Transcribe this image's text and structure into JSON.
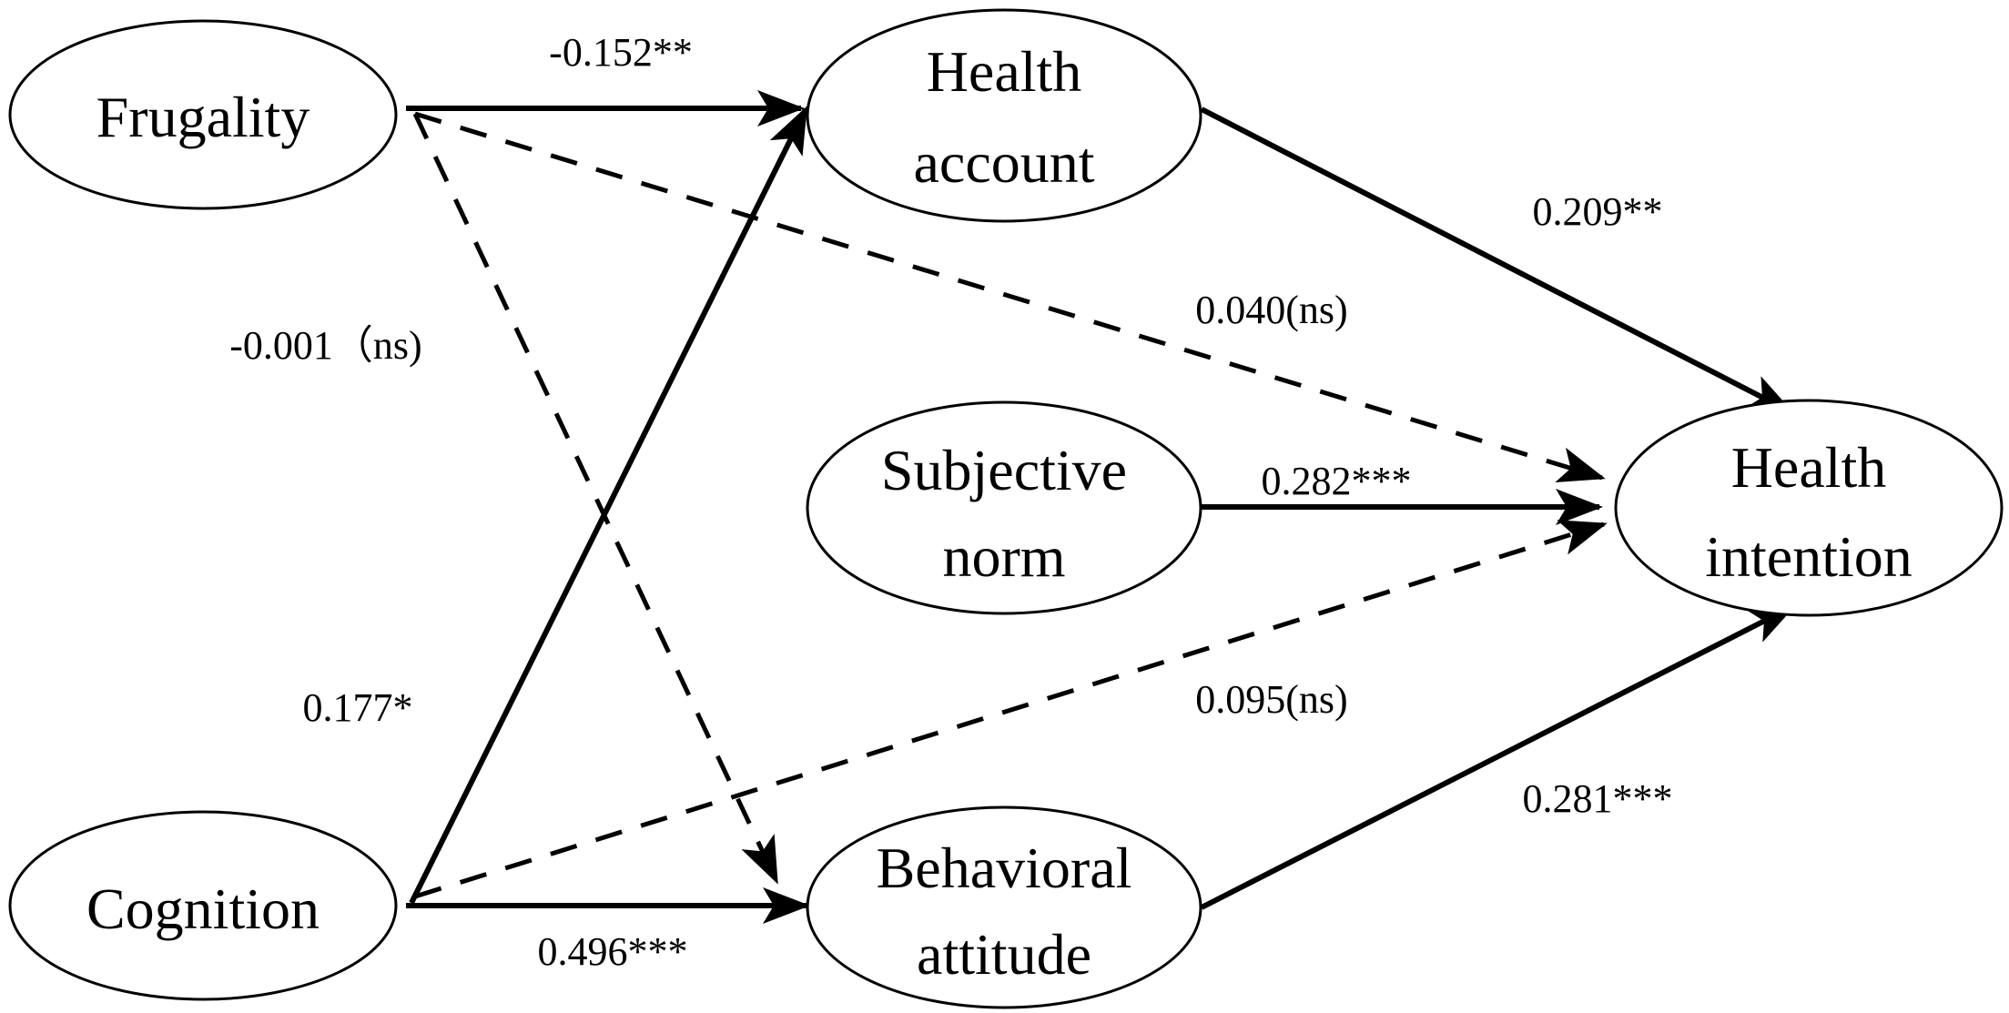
{
  "nodes": {
    "frugality": {
      "lines": [
        "Frugality"
      ]
    },
    "cognition": {
      "lines": [
        "Cognition"
      ]
    },
    "health_account": {
      "lines": [
        "Health",
        "account"
      ]
    },
    "subjective_norm": {
      "lines": [
        "Subjective",
        "norm"
      ]
    },
    "behavioral_attitude": {
      "lines": [
        "Behavioral",
        "attitude"
      ]
    },
    "health_intention": {
      "lines": [
        "Health",
        "intention"
      ]
    }
  },
  "paths": {
    "frugality_to_health_account": {
      "from": "Frugality",
      "to": "Health account",
      "label": "-0.152**",
      "style": "solid"
    },
    "frugality_to_behavioral_attitude": {
      "from": "Frugality",
      "to": "Behavioral attitude",
      "label": "-0.001（ns)",
      "style": "dashed"
    },
    "frugality_to_health_intention": {
      "from": "Frugality",
      "to": "Health intention",
      "label": "0.040(ns)",
      "style": "dashed"
    },
    "cognition_to_health_account": {
      "from": "Cognition",
      "to": "Health account",
      "label": "0.177*",
      "style": "solid"
    },
    "cognition_to_behavioral_attitude": {
      "from": "Cognition",
      "to": "Behavioral attitude",
      "label": "0.496***",
      "style": "solid"
    },
    "cognition_to_health_intention": {
      "from": "Cognition",
      "to": "Health intention",
      "label": "0.095(ns)",
      "style": "dashed"
    },
    "health_account_to_health_intention": {
      "from": "Health account",
      "to": "Health intention",
      "label": "0.209**",
      "style": "solid"
    },
    "subjective_norm_to_health_intention": {
      "from": "Subjective norm",
      "to": "Health intention",
      "label": "0.282***",
      "style": "solid"
    },
    "behavioral_attitude_to_health_intention": {
      "from": "Behavioral attitude",
      "to": "Health intention",
      "label": "0.281***",
      "style": "solid"
    }
  }
}
